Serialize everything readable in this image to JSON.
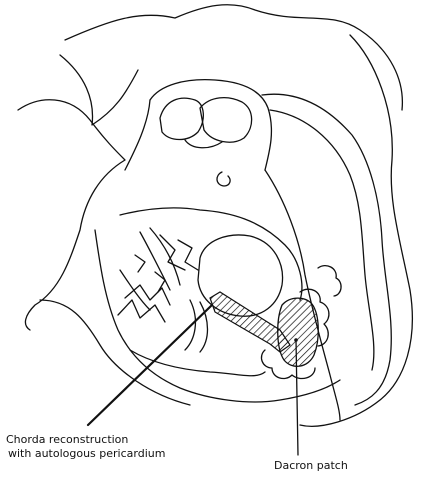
{
  "labels": {
    "chorda_line1": "Chorda reconstruction",
    "chorda_line2": "with autologous pericardium",
    "dacron": "Dacron patch"
  },
  "colors": {
    "ink": "#111111",
    "background": "#ffffff"
  }
}
